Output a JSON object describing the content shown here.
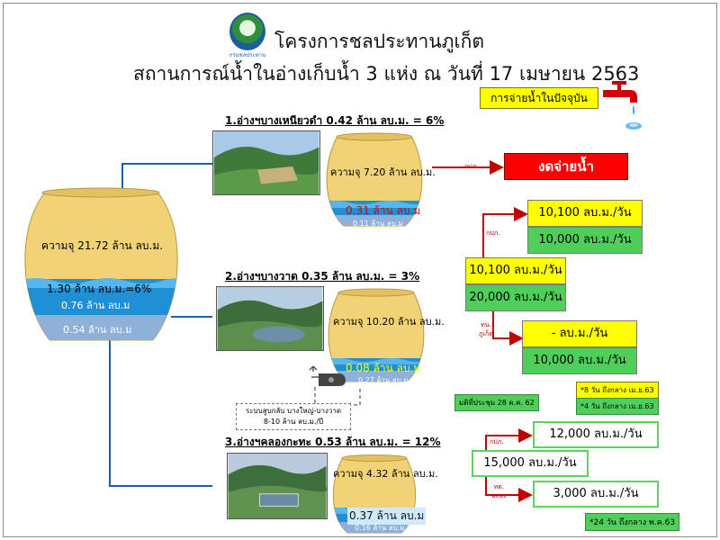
{
  "header": {
    "logo_caption": "กรมชลประทาน",
    "title_line1": "โครงการชลประทานภูเก็ต",
    "title_line2": "สถานการณ์น้ำในอ่างเก็บน้ำ   3 แห่ง ณ วันที่ 17 เมษายน  2563"
  },
  "legend": {
    "label": "การจ่ายน้ำในปัจจุบัน",
    "icon": "faucet-icon"
  },
  "main_reservoir": {
    "capacity": "ความจุ 21.72 ล้าน ลบ.ม.",
    "current": "1.30 ล้าน ลบ.ม.=6%",
    "usable": "0.76 ล้าน ลบ.ม",
    "dead": "0.54 ล้าน ลบ.ม"
  },
  "reservoirs": [
    {
      "title": "1.อ่างฯบางเหนียวดำ 0.42  ล้าน ลบ.ม. = 6%",
      "capacity": "ความจุ 7.20 ล้าน ลบ.ม.",
      "current": "0.31 ล้าน ลบ.ม",
      "dead": "0.11 ล้าน ลบ.ม"
    },
    {
      "title": "2.อ่างฯบางวาด 0.35  ล้าน ลบ.ม. = 3%",
      "capacity": "ความจุ 10.20 ล้าน ลบ.ม.",
      "current": "0.08 ล้าน ลบ.ม",
      "dead": "0.27 ล้าน ลบ.ม"
    },
    {
      "title": "3.อ่างฯคลองกะทะ 0.53  ล้าน ลบ.ม. = 12%",
      "capacity": "ความจุ 4.32 ล้าน ลบ.ม.",
      "current": "0.37 ล้าน ลบ.ม",
      "dead": "0.16 ล้าน ลบ.ม"
    }
  ],
  "pump_system": {
    "line1": "ระบบสูบกลับ บางใหญ่-บางวาด",
    "line2": "8-10 ล้าน ลบ.ม./ปี"
  },
  "flows": {
    "r1_label": "กปภ.",
    "r1_status": "งดจ่ายน้ำ",
    "r2_label1": "กปภ.",
    "r2_pwa_plan": "10,100 ลบ.ม./วัน",
    "r2_pwa_actual": "10,000 ลบ.ม./วัน",
    "r2_total_plan": "10,100 ลบ.ม./วัน",
    "r2_total_actual": "20,000 ลบ.ม./วัน",
    "r2_label2_line1": "ทน.",
    "r2_label2_line2": "ภูเก็ต",
    "r2_city_plan": "-    ลบ.ม./วัน",
    "r2_city_actual": "10,000 ลบ.ม./วัน",
    "r2_meeting": "มติที่ประชุม 28 ต.ค. 62",
    "r2_note1": "*8 วัน ถึงกลาง เม.ย.63",
    "r2_note2": "*4 วัน ถึงกลาง เม.ย.63",
    "r3_label1": "กปภ.",
    "r3_pwa": "12,000 ลบ.ม./วัน",
    "r3_total": "15,000 ลบ.ม./วัน",
    "r3_label2_line1": "ทต.",
    "r3_label2_line2": "ฉลอง",
    "r3_local": "3,000 ลบ.ม./วัน",
    "r3_note": "*24 วัน ถึงกลาง พ.ค.63"
  },
  "colors": {
    "pot_fill": "#f1d276",
    "water": "#1f8fd6",
    "dead_water": "#8fb0d8",
    "pipe": "#1f5fa8",
    "arrow": "#c00000",
    "yellow": "#ffff00",
    "green": "#4fcf5a",
    "red": "#ff0000"
  }
}
